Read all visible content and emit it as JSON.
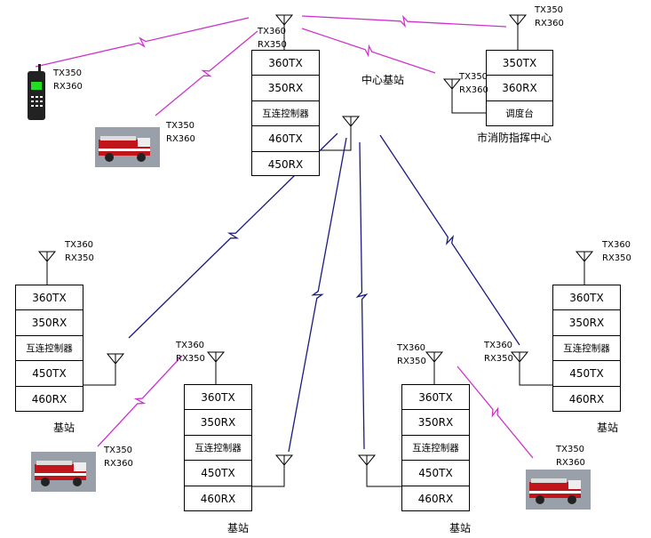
{
  "center_station": {
    "rows": [
      "360TX",
      "350RX",
      "互连控制器",
      "460TX",
      "450RX"
    ],
    "antenna_label": [
      "TX360",
      "RX350"
    ],
    "title": "中心基站"
  },
  "command_center": {
    "rows": [
      "350TX",
      "360RX",
      "调度台"
    ],
    "antenna_label": [
      "TX350",
      "RX360"
    ],
    "side_antenna_label": [
      "TX350",
      "RX360"
    ],
    "title": "市消防指挥中心"
  },
  "phone": {
    "label": [
      "TX350",
      "RX360"
    ]
  },
  "truck_top": {
    "label": [
      "TX350",
      "RX360"
    ]
  },
  "station_left": {
    "rows": [
      "360TX",
      "350RX",
      "互连控制器",
      "450TX",
      "460RX"
    ],
    "antenna_label": [
      "TX360",
      "RX350"
    ],
    "title": "基站"
  },
  "station_mid_left": {
    "rows": [
      "360TX",
      "350RX",
      "互连控制器",
      "450TX",
      "460RX"
    ],
    "antenna_label": [
      "TX360",
      "RX350"
    ],
    "title": "基站"
  },
  "station_mid_right": {
    "rows": [
      "360TX",
      "350RX",
      "互连控制器",
      "450TX",
      "460RX"
    ],
    "antenna_label": [
      "TX360",
      "RX350"
    ],
    "title": "基站"
  },
  "station_right": {
    "rows": [
      "360TX",
      "350RX",
      "互连控制器",
      "450TX",
      "460RX"
    ],
    "antenna_label": [
      "TX360",
      "RX350"
    ],
    "side_antenna_label": [
      "TX360",
      "RX350"
    ],
    "title": "基站"
  },
  "truck_bottom_left": {
    "label": [
      "TX350",
      "RX360"
    ]
  },
  "truck_bottom_right": {
    "label": [
      "TX350",
      "RX360"
    ]
  },
  "colors": {
    "uhf_link": "#cc33cc",
    "backbone_link": "#1a1a80"
  }
}
